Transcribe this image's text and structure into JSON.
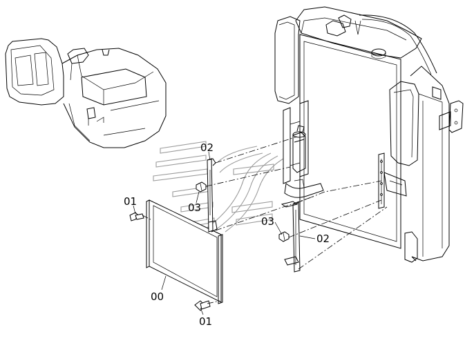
{
  "diagram": {
    "callouts": [
      {
        "key": "c01a",
        "text": "01"
      },
      {
        "key": "c02a",
        "text": "02"
      },
      {
        "key": "c03a",
        "text": "03"
      },
      {
        "key": "c03b",
        "text": "03"
      },
      {
        "key": "c02b",
        "text": "02"
      },
      {
        "key": "c00",
        "text": "00"
      },
      {
        "key": "c01b",
        "text": "01"
      }
    ]
  }
}
